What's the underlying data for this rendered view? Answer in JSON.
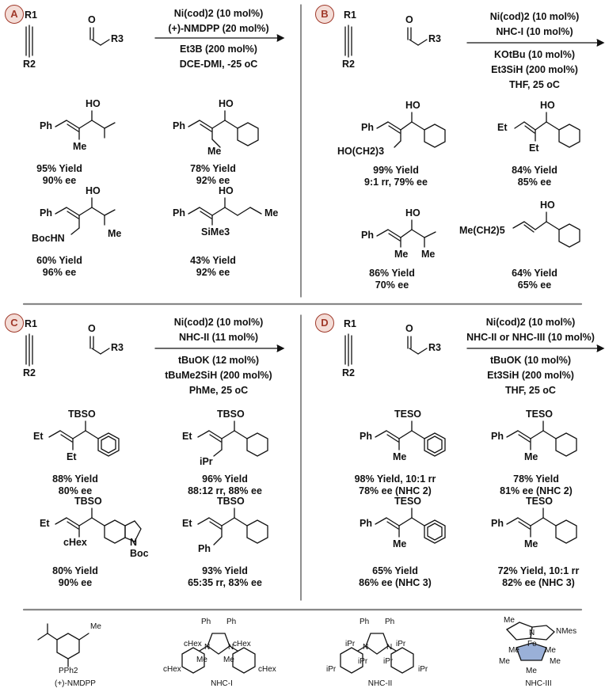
{
  "panels": [
    {
      "id": "A",
      "conditions": [
        "Ni(cod)2 (10 mol%)",
        "(+)-NMDPP (20 mol%)",
        "Et3B (200 mol%)",
        "DCE-DMI, -25 oC"
      ],
      "reactants": {
        "alkyne_r1": "R1",
        "alkyne_r2": "R2",
        "aldehyde_o": "O",
        "aldehyde_r3": "R3"
      },
      "products": [
        {
          "yield": "95% Yield",
          "selectivity": "90% ee",
          "groups": [
            "Ph",
            "HO",
            "Me"
          ]
        },
        {
          "yield": "78% Yield",
          "selectivity": "92% ee",
          "groups": [
            "Ph",
            "HO",
            "Me"
          ]
        },
        {
          "yield": "60% Yield",
          "selectivity": "96% ee",
          "groups": [
            "Ph",
            "HO",
            "BocHN",
            "Me"
          ]
        },
        {
          "yield": "43% Yield",
          "selectivity": "92% ee",
          "groups": [
            "Ph",
            "HO",
            "SiMe3",
            "Me"
          ]
        }
      ]
    },
    {
      "id": "B",
      "conditions": [
        "Ni(cod)2 (10 mol%)",
        "NHC-I (10 mol%)",
        "KOtBu (10 mol%)",
        "Et3SiH (200 mol%)",
        "THF, 25 oC"
      ],
      "reactants": {
        "alkyne_r1": "R1",
        "alkyne_r2": "R2",
        "aldehyde_o": "O",
        "aldehyde_r3": "R3"
      },
      "products": [
        {
          "yield": "99% Yield",
          "selectivity": "9:1 rr, 79% ee",
          "groups": [
            "Ph",
            "HO",
            "HO(CH2)3"
          ]
        },
        {
          "yield": "84% Yield",
          "selectivity": "85% ee",
          "groups": [
            "Et",
            "HO",
            "Et"
          ]
        },
        {
          "yield": "86% Yield",
          "selectivity": "70% ee",
          "groups": [
            "Ph",
            "HO",
            "Me",
            "Me"
          ]
        },
        {
          "yield": "64% Yield",
          "selectivity": "65% ee",
          "groups": [
            "Me(CH2)5",
            "HO"
          ]
        }
      ]
    },
    {
      "id": "C",
      "conditions": [
        "Ni(cod)2 (10 mol%)",
        "NHC-II (11 mol%)",
        "tBuOK (12 mol%)",
        "tBuMe2SiH (200 mol%)",
        "PhMe, 25 oC"
      ],
      "reactants": {
        "alkyne_r1": "R1",
        "alkyne_r2": "R2",
        "aldehyde_o": "O",
        "aldehyde_r3": "R3"
      },
      "products": [
        {
          "yield": "88% Yield",
          "selectivity": "80% ee",
          "groups": [
            "Et",
            "TBSO",
            "Et"
          ]
        },
        {
          "yield": "96% Yield",
          "selectivity": "88:12 rr, 88% ee",
          "groups": [
            "Et",
            "TBSO",
            "iPr"
          ]
        },
        {
          "yield": "80% Yield",
          "selectivity": "90% ee",
          "groups": [
            "Et",
            "TBSO",
            "cHex",
            "N",
            "Boc"
          ]
        },
        {
          "yield": "93% Yield",
          "selectivity": "65:35 rr, 83% ee",
          "groups": [
            "Et",
            "TBSO",
            "Ph"
          ]
        }
      ]
    },
    {
      "id": "D",
      "conditions": [
        "Ni(cod)2 (10 mol%)",
        "NHC-II or NHC-III (10 mol%)",
        "tBuOK (10 mol%)",
        "Et3SiH (200 mol%)",
        "THF, 25 oC"
      ],
      "reactants": {
        "alkyne_r1": "R1",
        "alkyne_r2": "R2",
        "aldehyde_o": "O",
        "aldehyde_r3": "R3"
      },
      "products": [
        {
          "yield": "98% Yield, 10:1 rr",
          "selectivity": "78% ee (NHC 2)",
          "groups": [
            "Ph",
            "TESO",
            "Me"
          ]
        },
        {
          "yield": "78% Yield",
          "selectivity": "81% ee (NHC 2)",
          "groups": [
            "Ph",
            "TESO",
            "Me"
          ]
        },
        {
          "yield": "65% Yield",
          "selectivity": "86% ee (NHC 3)",
          "groups": [
            "Ph",
            "TESO",
            "Me"
          ]
        },
        {
          "yield": "72% Yield, 10:1 rr",
          "selectivity": "82% ee (NHC 3)",
          "groups": [
            "Ph",
            "TESO",
            "Me"
          ]
        }
      ]
    }
  ],
  "ligands": [
    {
      "name": "(+)-NMDPP",
      "groups": [
        "Me",
        "PPh2"
      ]
    },
    {
      "name": "NHC-I",
      "groups": [
        "Ph",
        "Ph",
        "cHex",
        "cHex",
        "Me",
        "Me",
        "cHex",
        "cHex",
        "N",
        "N"
      ]
    },
    {
      "name": "NHC-II",
      "groups": [
        "Ph",
        "Ph",
        "iPr",
        "iPr",
        "iPr",
        "iPr",
        "iPr",
        "iPr",
        "N",
        "N"
      ]
    },
    {
      "name": "NHC-III",
      "groups": [
        "Me",
        "NMes",
        "N",
        "Fe",
        "Me",
        "Me",
        "Me",
        "Me",
        "Me"
      ]
    }
  ],
  "colors": {
    "badge_fill": "#f4ddd7",
    "badge_stroke": "#a0392a",
    "divider": "#888888",
    "ink": "#111111"
  }
}
